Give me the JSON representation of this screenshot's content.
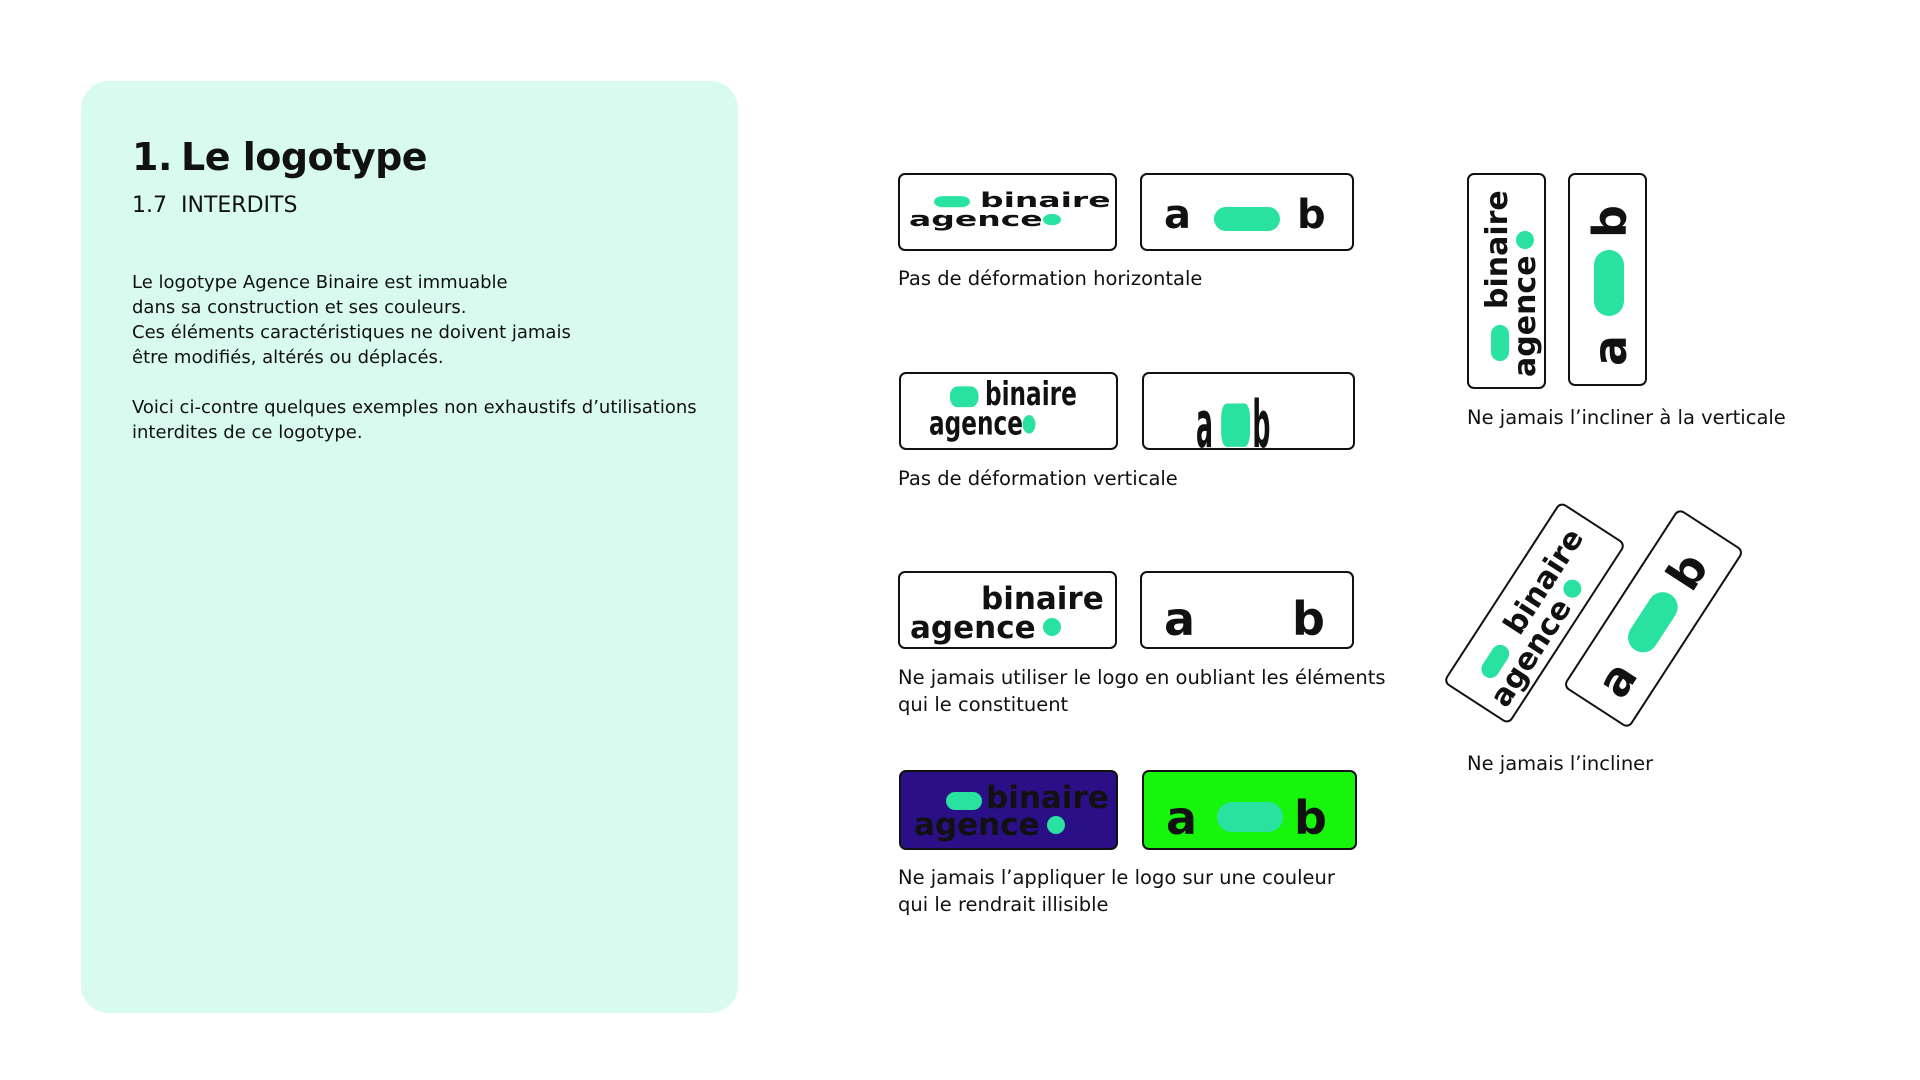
{
  "colors": {
    "panel_background": "#d9faee",
    "brand_green": "#29e2a0",
    "ink": "#111111",
    "wrong_background_purple": "#2a0f86",
    "wrong_background_green": "#17f50c"
  },
  "section": {
    "number": "1.",
    "title": "Le logotype",
    "sub_number": "1.7",
    "sub_title": "INTERDITS"
  },
  "intro": {
    "paragraph1": [
      "Le logotype Agence Binaire est immuable",
      "dans sa construction et ses couleurs.",
      "Ces éléments caractéristiques ne doivent jamais",
      "être modifiés, altérés ou déplacés."
    ],
    "paragraph2": [
      "Voici ci-contre quelques exemples non exhaustifs d’utilisations",
      "interdites de ce logotype."
    ]
  },
  "logo_text": {
    "word_top": "binaire",
    "word_bottom": "agence",
    "mono_left": "a",
    "mono_right": "b"
  },
  "examples": [
    {
      "id": "horizontal",
      "caption": [
        "Pas de déformation horizontale"
      ]
    },
    {
      "id": "vertical",
      "caption": [
        "Pas de déformation verticale"
      ]
    },
    {
      "id": "missing-elements",
      "caption": [
        "Ne jamais utiliser le logo en oubliant les éléments",
        "qui le constituent"
      ]
    },
    {
      "id": "bad-background",
      "caption": [
        "Ne jamais l’appliquer le logo sur une couleur",
        "qui le rendrait illisible"
      ]
    },
    {
      "id": "rotated-vertical",
      "caption": [
        "Ne jamais l’incliner à la verticale"
      ]
    },
    {
      "id": "tilted",
      "caption": [
        "Ne jamais l’incliner"
      ]
    }
  ]
}
